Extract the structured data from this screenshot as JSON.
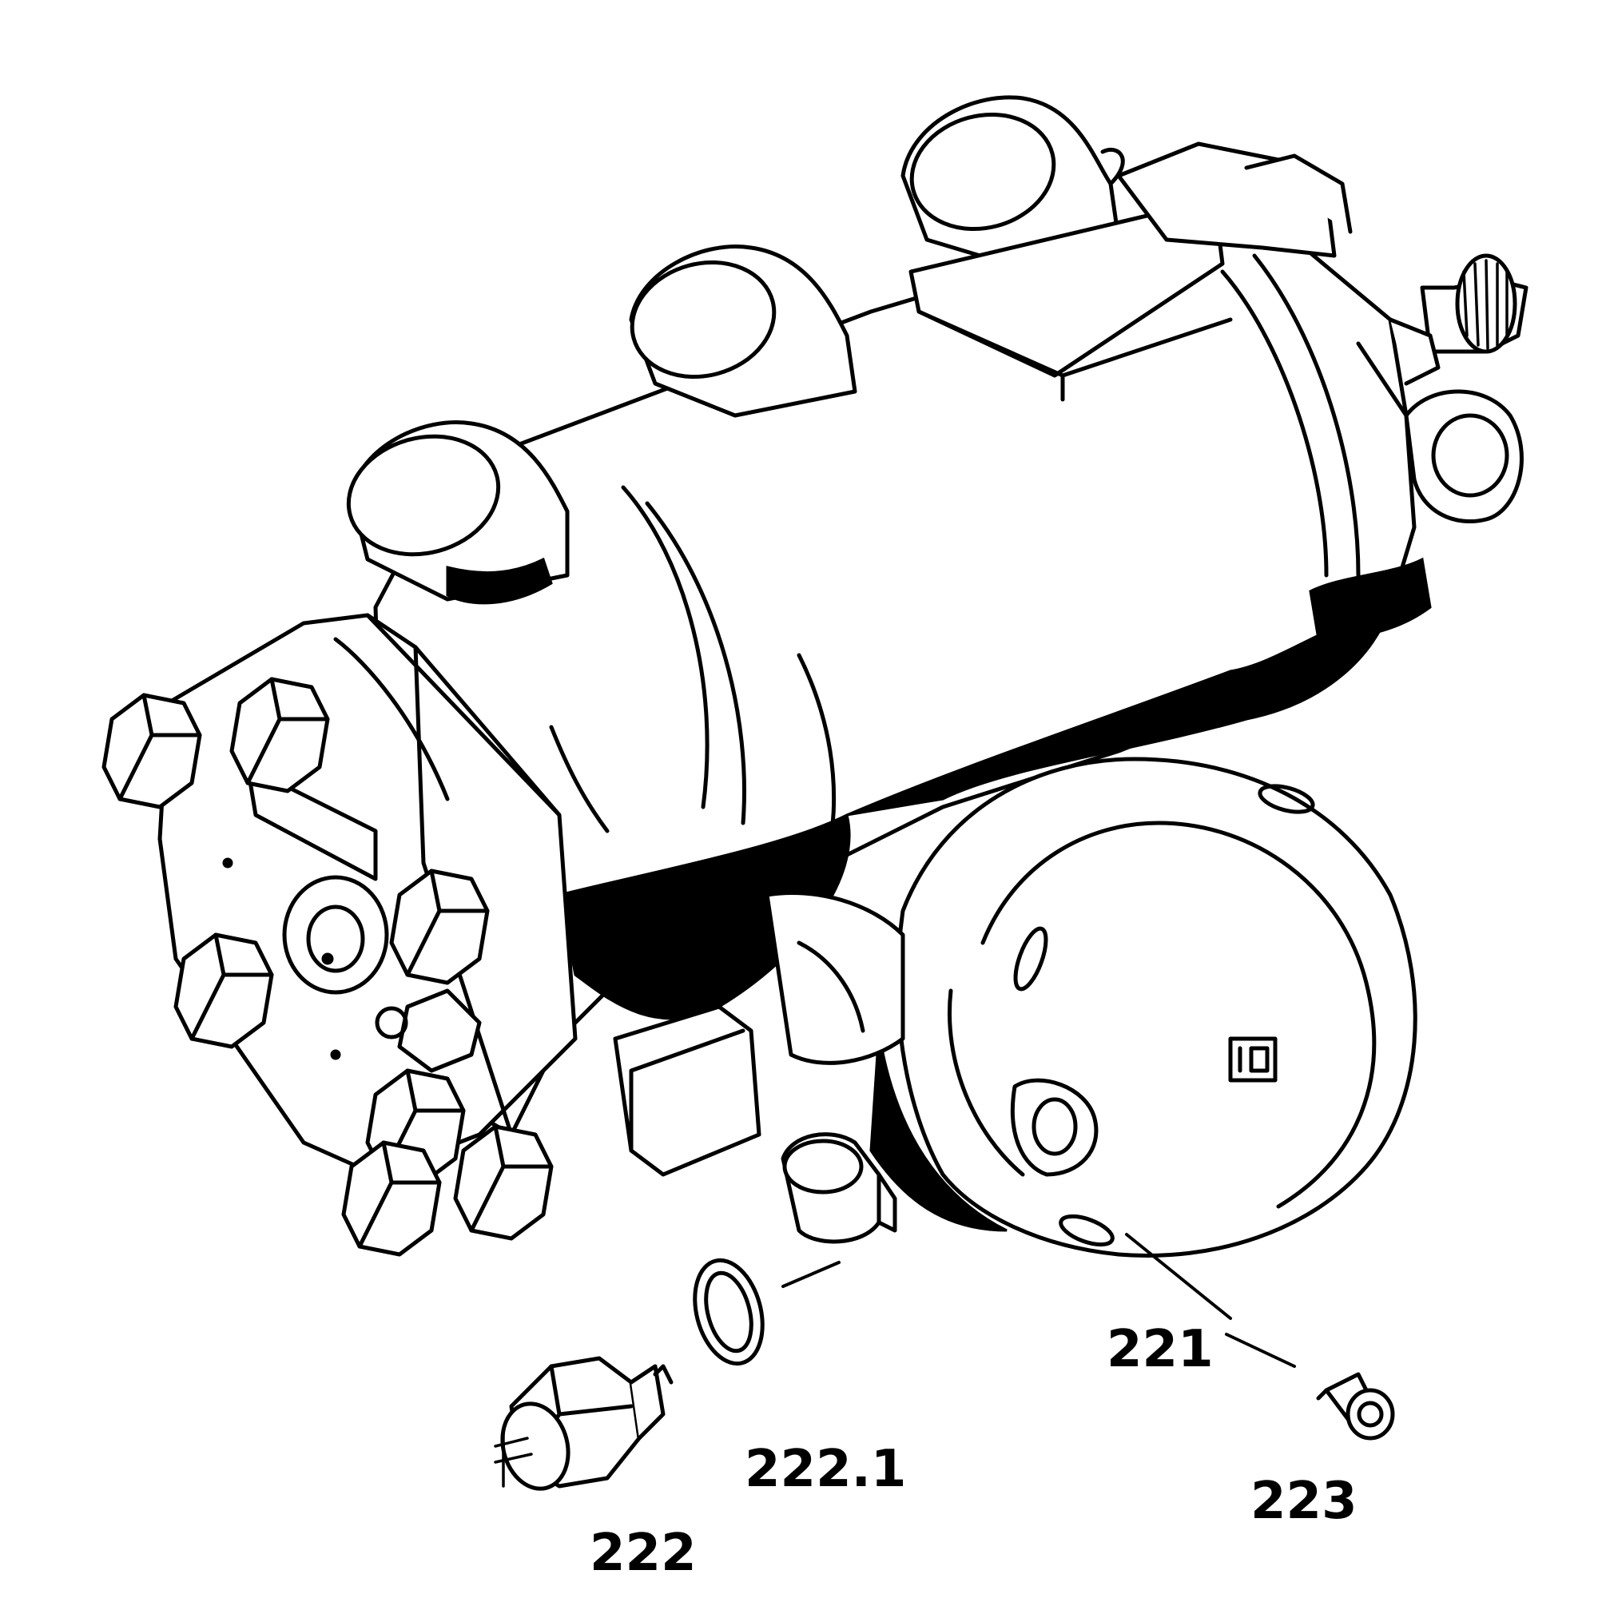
{
  "parts": [
    {
      "id": "221",
      "label": "221",
      "part": "cover-screw-hole"
    },
    {
      "id": "222",
      "label": "222",
      "part": "pressure-switch"
    },
    {
      "id": "222.1",
      "label": "222.1",
      "part": "sealing-ring"
    },
    {
      "id": "223",
      "label": "223",
      "part": "socket-head-screw"
    }
  ],
  "colors": {
    "line": "#000000",
    "paper": "#ffffff"
  }
}
